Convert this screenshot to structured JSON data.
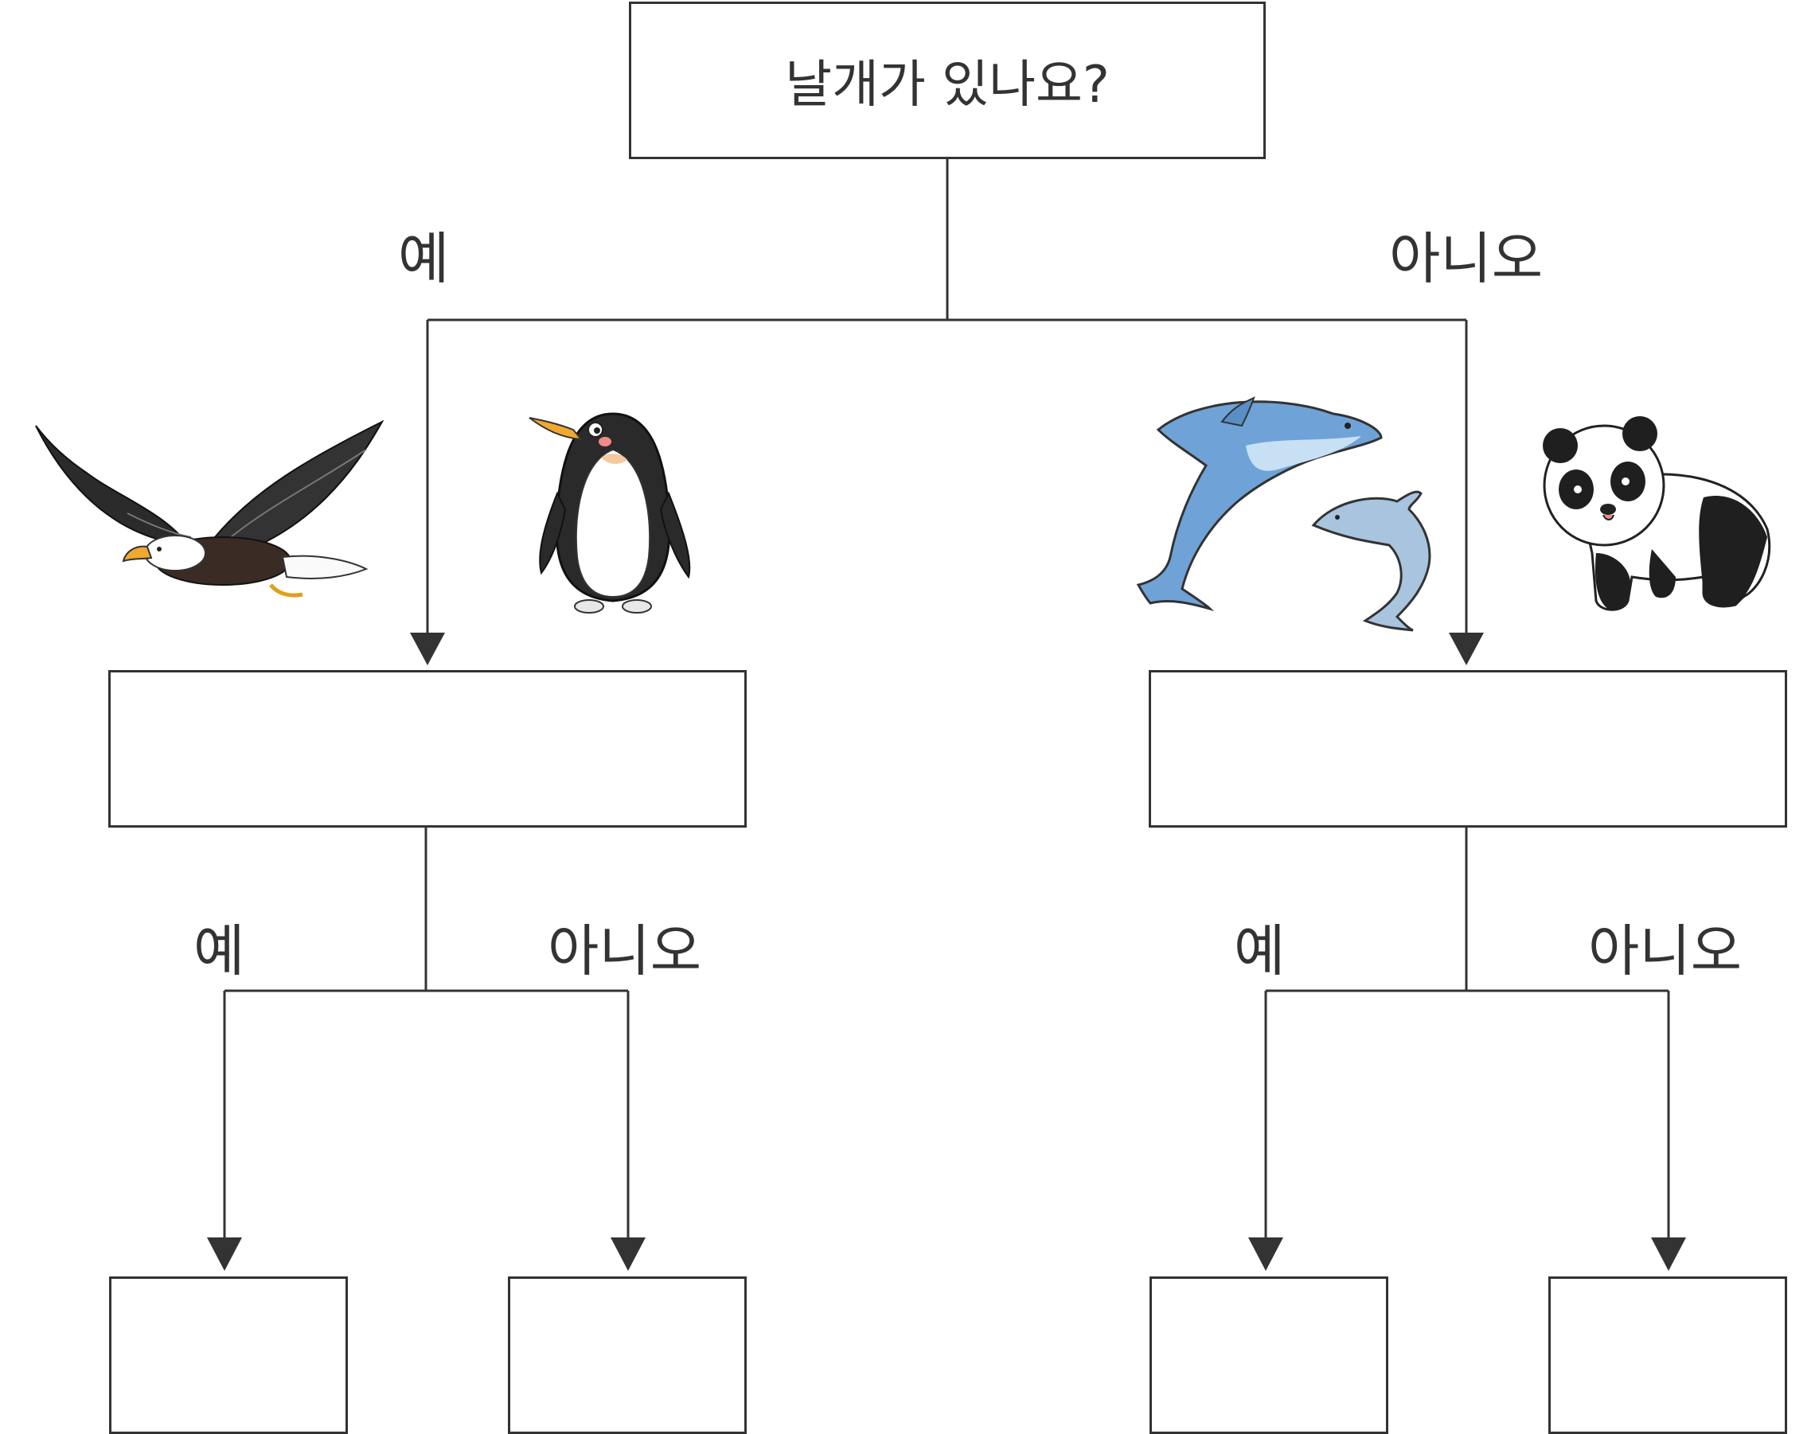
{
  "root": {
    "question": "날개가 있나요?"
  },
  "branches": {
    "yes_label": "예",
    "no_label": "아니오"
  },
  "level2": {
    "left": {
      "yes_label": "예",
      "no_label": "아니오"
    },
    "right": {
      "yes_label": "예",
      "no_label": "아니오"
    }
  },
  "animals": [
    "eagle-icon",
    "penguin-icon",
    "dolphin-icon",
    "panda-icon"
  ],
  "colors": {
    "line": "#333333",
    "dolphin": "#6fa3d8",
    "eagle_head": "#ffffff",
    "beak": "#f0a830"
  }
}
